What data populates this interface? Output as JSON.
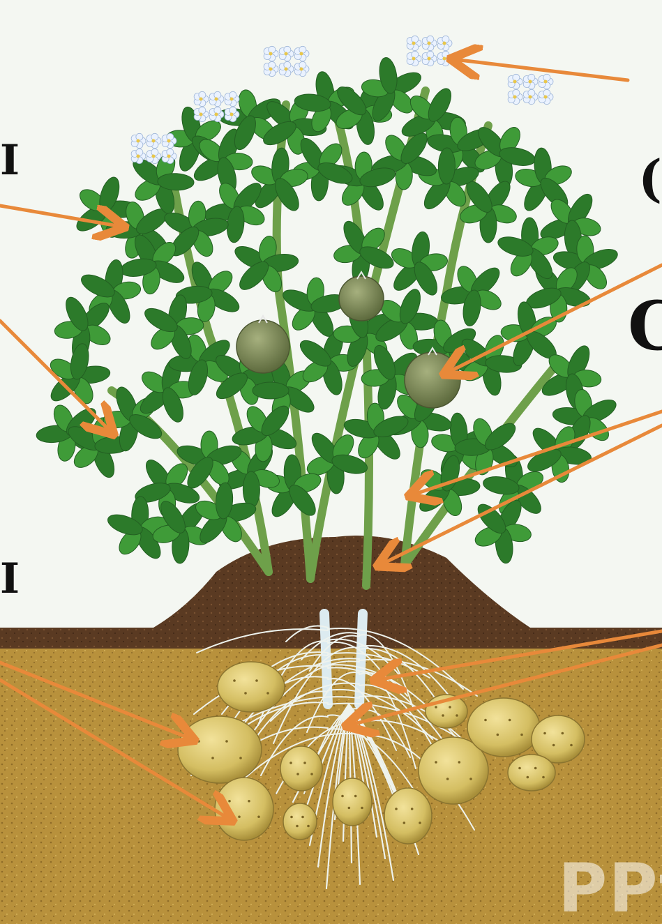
{
  "watermark_top": "",
  "watermark_bottom": "PPt",
  "label_fragments": {
    "left_upper": "I",
    "left_lower": "I",
    "right_top": "",
    "right_second": "(",
    "right_third": "C"
  },
  "colors": {
    "sky": "#f4f7f2",
    "arrow": "#e8893a",
    "leaf": "#3f9b38",
    "leaf_dark": "#2c7a2a",
    "stem": "#6ea04a",
    "soil_dark": "#5a3a22",
    "soil": "#b8913c",
    "tuber": "#d8c46a",
    "root": "#eef3ee",
    "berry": "#7d8c5a",
    "flower": "#eaf2ff"
  },
  "parts": [
    "flowers",
    "leaves",
    "berries",
    "stems",
    "soil-mound",
    "roots",
    "stolons",
    "tubers"
  ]
}
